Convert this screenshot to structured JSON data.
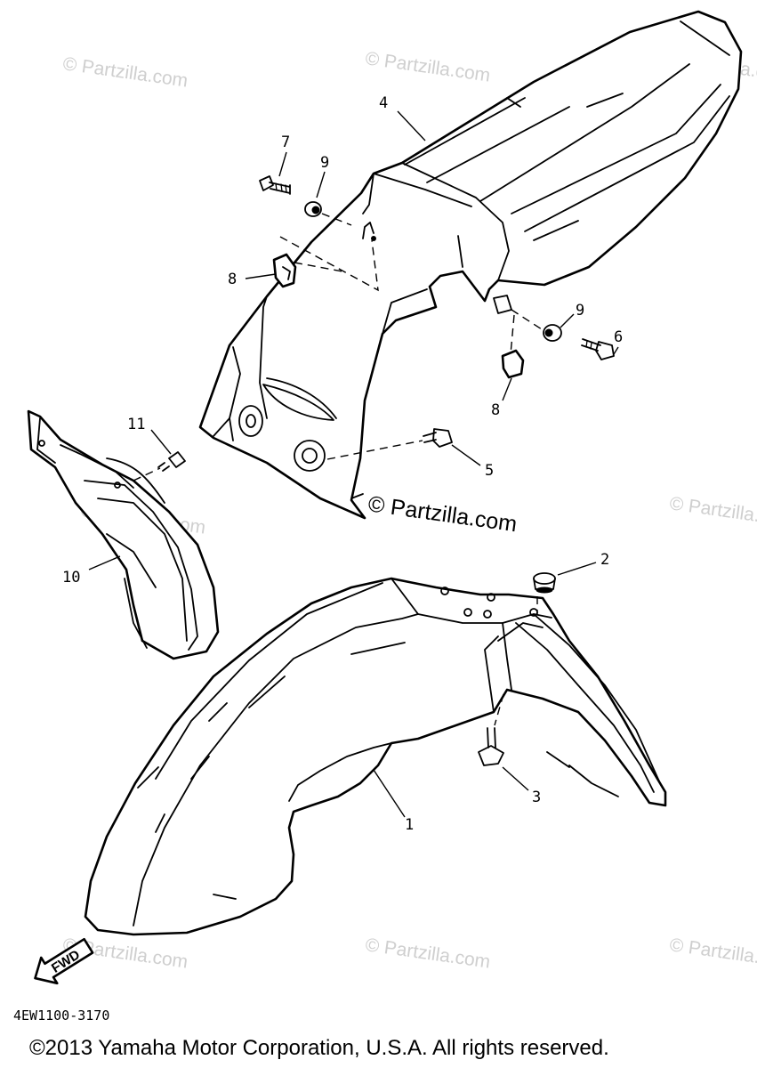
{
  "callouts": {
    "p1": "1",
    "p2": "2",
    "p3": "3",
    "p4": "4",
    "p5": "5",
    "p6": "6",
    "p7": "7",
    "p8a": "8",
    "p8b": "8",
    "p9a": "9",
    "p9b": "9",
    "p10": "10",
    "p11": "11"
  },
  "watermark": {
    "text": "© Partzilla.com",
    "main": "© Partzilla.com"
  },
  "drawing_code": "4EW1100-3170",
  "fwd_label": "FWD",
  "copyright": "©2013 Yamaha Motor Corporation, U.S.A. All rights reserved."
}
